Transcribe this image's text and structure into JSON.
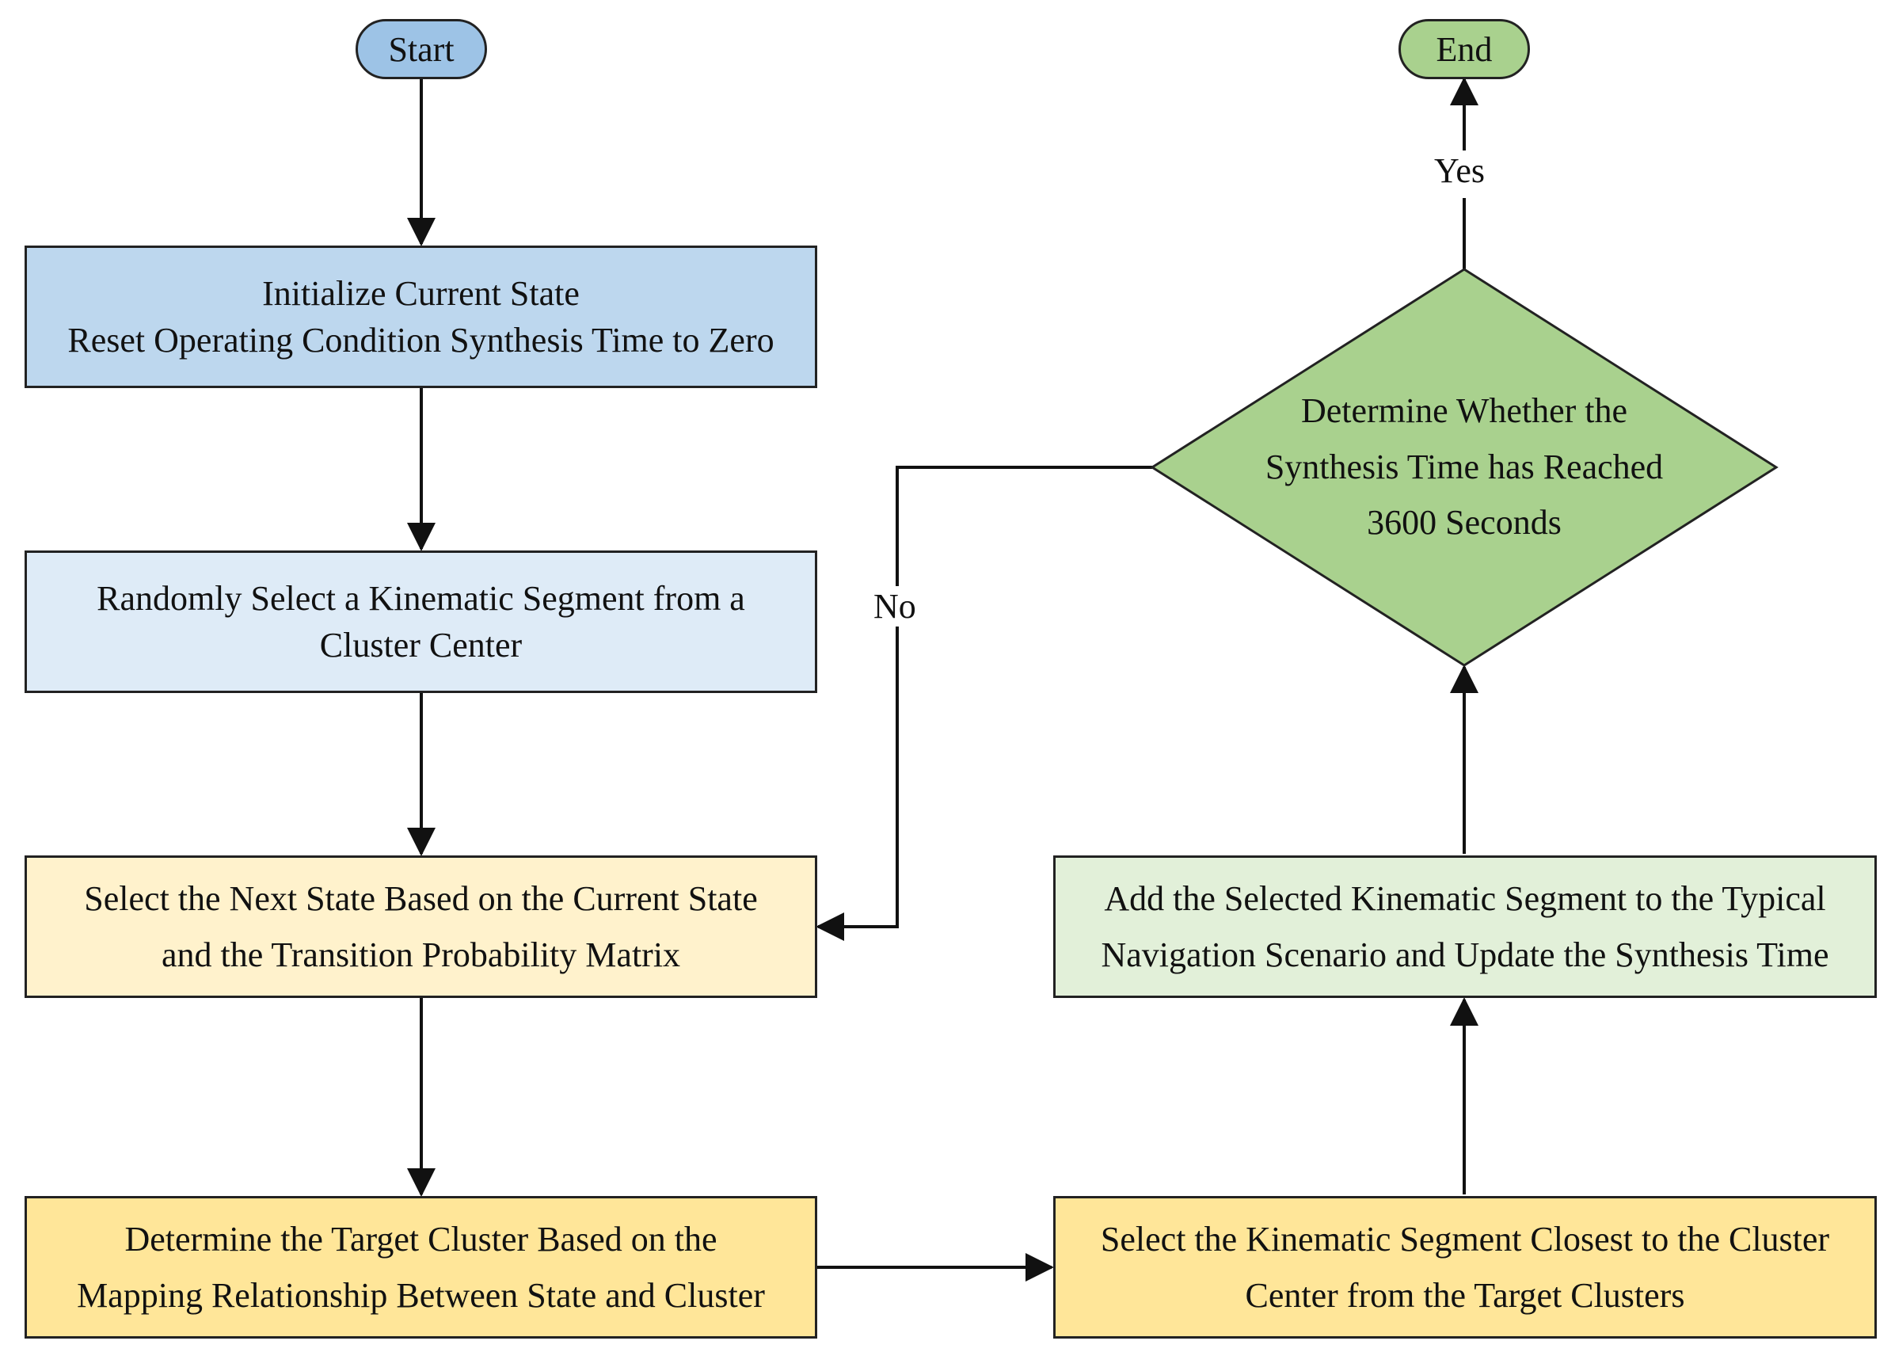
{
  "start": {
    "label": "Start",
    "color": "#9DC3E6"
  },
  "end": {
    "label": "End",
    "color": "#A9D18E"
  },
  "steps": [
    {
      "id": "init",
      "lines": [
        "Initialize Current State",
        "Reset Operating Condition Synthesis Time to Zero"
      ],
      "color": "#BDD7EE"
    },
    {
      "id": "random-select",
      "lines": [
        "Randomly Select a Kinematic Segment from a",
        "Cluster Center"
      ],
      "color": "#DEEBF7"
    },
    {
      "id": "next-state",
      "lines": [
        "Select the Next State Based on the Current State",
        "and the Transition Probability Matrix"
      ],
      "color": "#FFF2CC"
    },
    {
      "id": "target-cluster",
      "lines": [
        "Determine the Target Cluster Based on the",
        "Mapping Relationship Between State and Cluster"
      ],
      "color": "#FFE699"
    },
    {
      "id": "closest-segment",
      "lines": [
        "Select the Kinematic Segment Closest to the Cluster",
        "Center from the Target Clusters"
      ],
      "color": "#FFE699"
    },
    {
      "id": "add-segment",
      "lines": [
        "Add the Selected Kinematic Segment to the Typical",
        "Navigation Scenario and Update the Synthesis Time"
      ],
      "color": "#E2F0D9"
    }
  ],
  "decision": {
    "lines": [
      "Determine Whether the",
      "Synthesis Time has Reached",
      "3600 Seconds"
    ],
    "color": "#A9D18E"
  },
  "edge_labels": {
    "yes": "Yes",
    "no": "No"
  }
}
